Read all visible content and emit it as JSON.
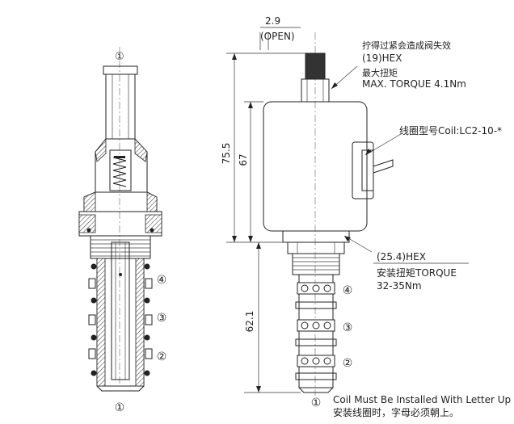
{
  "dimensions": {
    "stroke": "2.9",
    "stroke_note": "(OPEN)",
    "overall_height": "75.5",
    "coil_height": "67",
    "cartridge_length": "62.1"
  },
  "callouts": {
    "coil_hex_note_cn": "拧得过紧会造成阀失效",
    "coil_hex": "(19)HEX",
    "max_torque_cn": "最大扭矩",
    "max_torque": "MAX. TORQUE 4.1Nm",
    "coil_model": "线圈型号Coil:LC2-10-*",
    "body_hex": "(25.4)HEX",
    "install_torque": "安装扭矩TORQUE",
    "install_torque_value": "32-35Nm"
  },
  "port_labels": {
    "section_port4": "④",
    "section_port3": "③",
    "section_port2": "②",
    "section_port1": "①",
    "section_top": "①",
    "side_port4": "④",
    "side_port3": "③",
    "side_port2": "②",
    "side_port1": "①"
  },
  "note": {
    "line1": "Coil Must Be Installed With Letter Up",
    "line2": "安装线圈时，字母必须朝上。"
  }
}
